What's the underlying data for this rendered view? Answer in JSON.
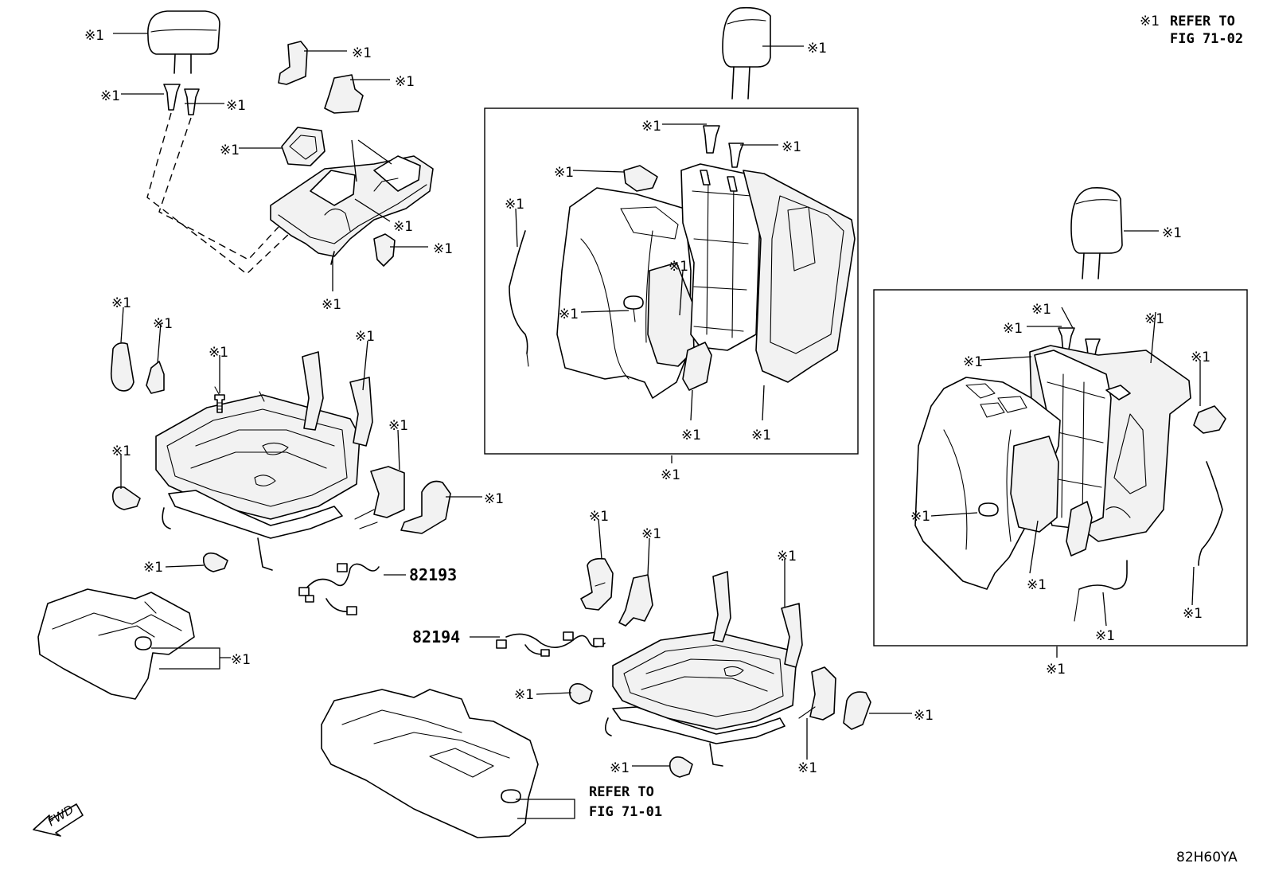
{
  "note": {
    "mark": "※1",
    "line1": "REFER TO",
    "line2": "FIG 71-02"
  },
  "callout_mark": "※1",
  "part_numbers": {
    "harness_a": "82193",
    "harness_b": "82194"
  },
  "cushion_ref": {
    "line1": "REFER TO",
    "line2": "FIG 71-01"
  },
  "direction_label": "FWD",
  "diagram_code": "82H60YA"
}
